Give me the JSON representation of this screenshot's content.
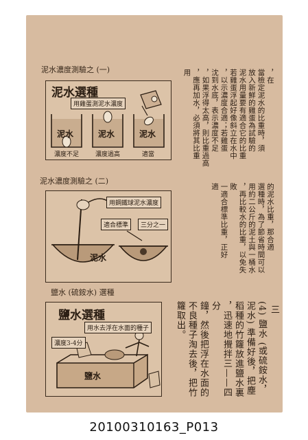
{
  "figure1": {
    "caption": "泥水濃度測驗之 (一)",
    "banner": "泥水選種",
    "sign": "用雞蛋測泥水濃度",
    "box_label": "泥水",
    "labels": [
      "濃度不足",
      "濃度過高",
      "適當"
    ]
  },
  "figure2": {
    "caption": "泥水濃度測驗之 (二)",
    "sign": "用鋼鐵球泥水濃度",
    "tags": [
      "適合標準",
      "三分之一"
    ],
    "label": "泥水"
  },
  "figure3": {
    "caption": "鹽水 (硫銨水) 選種",
    "banner": "鹽水選種",
    "sign": "用水去浮在水面的種子",
    "tag": "濃度3-4分",
    "box_label": "鹽水"
  },
  "text1": [
    "，在",
    "當檢定泥水的比重時，須",
    "放入新鮮的雞蛋為試驗的",
    "泥水用量要有適合它的比重",
    "若雞蛋浮起好像斜立在水中",
    "，以示濃度合適；若雞蛋",
    "沈到水底，表示濃度不足",
    "，如果浮得太高，則比重過高",
    "，應再加水，必須將其比重",
    "用"
  ],
  "text2": [
    "的泥水比重，那合適",
    "選種時，為了節省時間可以",
    "用約二公斤的泥土與一桶水",
    "，再比較水的比重，以免失敗",
    "一適合標準比重，正好",
    "適"
  ],
  "text3": {
    "number": "三",
    "columns": [
      "(4) 鹽水 (或硫銨水，",
      "泥水) 準備好後，把塵",
      "稻種的竹籮放進鹽水裏",
      "，迅速地攪拌三——四分",
      "鐘，然後把浮在水面的",
      "不良種子淘去後，把竹",
      "籮取出。"
    ]
  },
  "footer_id": "20100310163_P013"
}
